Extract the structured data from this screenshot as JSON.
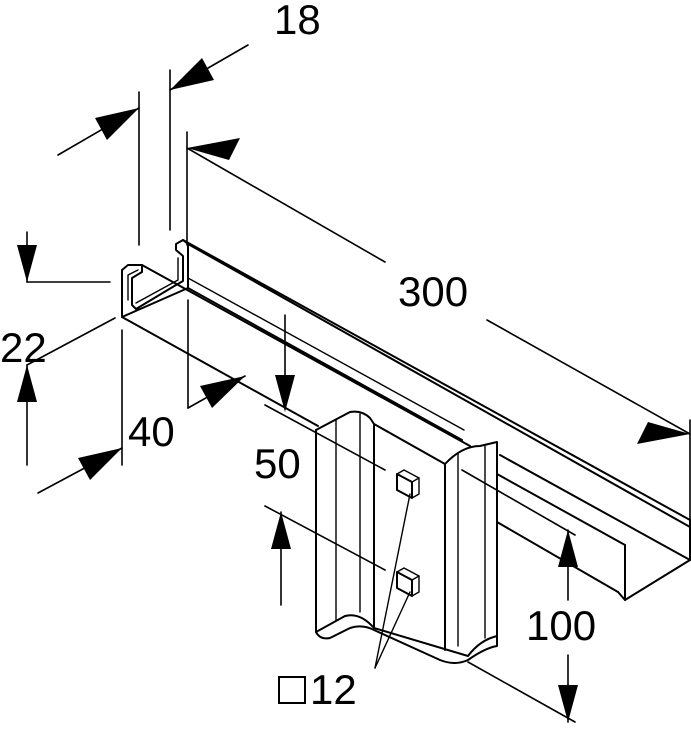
{
  "dimensions": {
    "width_top": "18",
    "length": "300",
    "height": "22",
    "depth": "40",
    "spacing": "50",
    "plate_height": "100",
    "hole_size": "12"
  },
  "symbols": {
    "square_hole": "square-symbol"
  }
}
